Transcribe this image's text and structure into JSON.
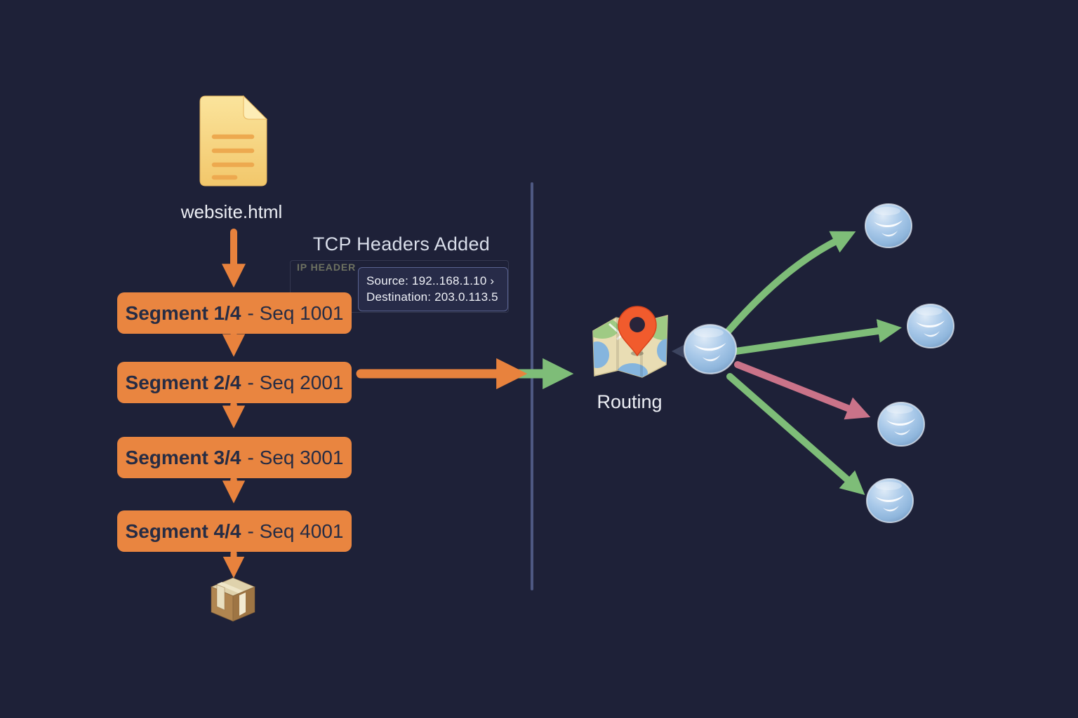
{
  "file": {
    "label": "website.html"
  },
  "segments": [
    {
      "bold": "Segment 1/4",
      "rest": "- Seq 1001"
    },
    {
      "bold": "Segment 2/4",
      "rest": "- Seq 2001"
    },
    {
      "bold": "Segment 3/4",
      "rest": "- Seq 3001"
    },
    {
      "bold": "Segment 4/4",
      "rest": "- Seq 4001"
    }
  ],
  "tcp": {
    "title": "TCP Headers Added",
    "ip_label": "IP HEADER",
    "source": "Source: 192..168.1.10 ›",
    "destination": "Destination: 203.0.113.5"
  },
  "routing": {
    "label": "Routing"
  },
  "colors": {
    "background": "#1e2138",
    "segment_orange": "#e98540",
    "segment_text": "#262c44",
    "arrow_orange": "#e8823d",
    "arrow_green": "#7ebd78",
    "arrow_pink": "#ca7389",
    "divider": "#4e5882",
    "sphere_blue": "#9cc0e4",
    "panel_border": "#5a6390",
    "text_light": "#eceef4",
    "dim_label": "#6e7261",
    "pin_orange": "#f15b2d"
  },
  "icons": {
    "file": "html-file-icon",
    "package": "package-box-icon",
    "map": "routing-map-icon",
    "pin": "location-pin-icon",
    "router": "router-node-icon",
    "destination": "destination-node-icon"
  }
}
